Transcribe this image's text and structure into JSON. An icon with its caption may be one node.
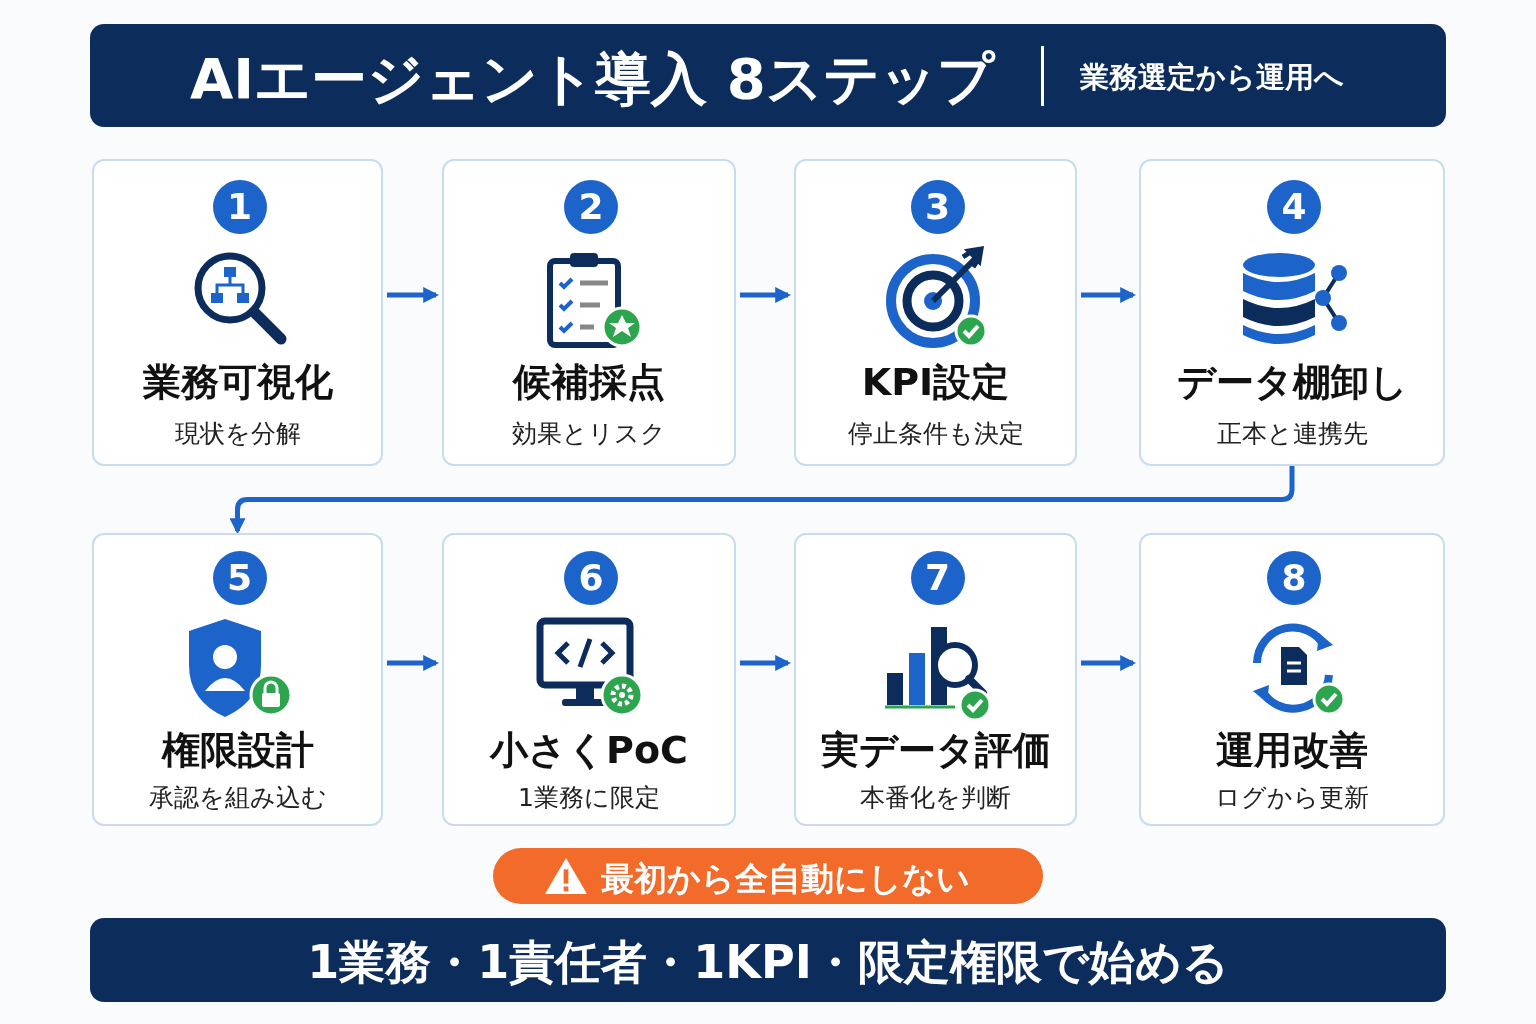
{
  "diagram": {
    "nodes": [
      {
        "text": [
          "AIエージェント導入 8ステップ",
          "業務選定から運用へ"
        ]
      },
      {
        "text": [
          "1",
          "業務可視化",
          "現状を分解"
        ]
      },
      {
        "text": [
          "2",
          "候補採点",
          "効果とリスク"
        ]
      },
      {
        "text": [
          "3",
          "KPI設定",
          "停止条件も決定"
        ]
      },
      {
        "text": [
          "4",
          "データ棚卸し",
          "正本と連携先"
        ]
      },
      {
        "text": [
          "5",
          "権限設計",
          "承認を組み込む"
        ]
      },
      {
        "text": [
          "6",
          "小さくPoC",
          "1業務に限定"
        ]
      },
      {
        "text": [
          "7",
          "実データ評価",
          "本番化を判断"
        ]
      },
      {
        "text": [
          "8",
          "運用改善",
          "ログから更新"
        ]
      },
      {
        "text": [
          "最初から全自動にしない"
        ]
      },
      {
        "text": [
          "1業務・1責任者・1KPI・限定権限で始める"
        ]
      }
    ],
    "edges": [
      {
        "from": 1,
        "to": 2,
        "arrow": "to"
      },
      {
        "from": 2,
        "to": 3,
        "arrow": "to"
      },
      {
        "from": 3,
        "to": 4,
        "arrow": "to"
      },
      {
        "from": 4,
        "to": 5,
        "arrow": "to"
      },
      {
        "from": 5,
        "to": 6,
        "arrow": "to"
      },
      {
        "from": 6,
        "to": 7,
        "arrow": "to"
      },
      {
        "from": 7,
        "to": 8,
        "arrow": "to"
      }
    ]
  }
}
